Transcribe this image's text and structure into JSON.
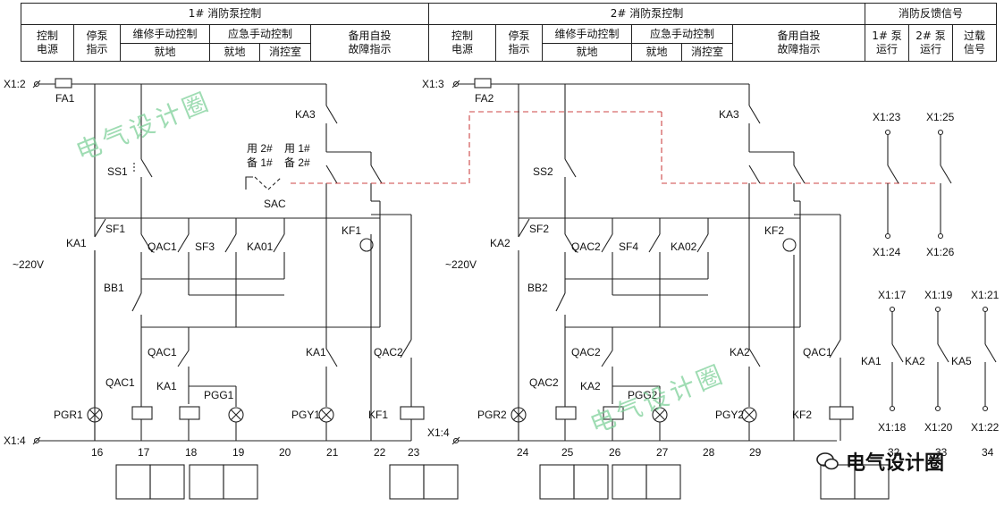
{
  "header": {
    "pump1_title": "1# 消防泵控制",
    "pump2_title": "2# 消防泵控制",
    "feedback_title": "消防反馈信号",
    "cols": {
      "ctrl_power": "控制\n电源",
      "stop_ind": "停泵\n指示",
      "repair_manual": "维修手动控制",
      "local": "就地",
      "emerg_manual": "应急手动控制",
      "local2": "就地",
      "fire_room": "消控室",
      "standby": "备用自投\n故障指示",
      "pump1_run": "1# 泵\n运行",
      "pump2_run": "2# 泵\n运行",
      "overload": "过载\n信号"
    }
  },
  "labels": {
    "x12": "X1:2",
    "x13": "X1:3",
    "x14a": "X1:4",
    "x14b": "X1:4",
    "fa1": "FA1",
    "fa2": "FA2",
    "ka3a": "KA3",
    "ka3b": "KA3",
    "ss1": "SS1",
    "ss2": "SS2",
    "ka1": "KA1",
    "ka2": "KA2",
    "sf1": "SF1",
    "sf2": "SF2",
    "sf3": "SF3",
    "sf4": "SF4",
    "qac1a": "QAC1",
    "qac2a": "QAC2",
    "ka01": "KA01",
    "ka02": "KA02",
    "kf1": "KF1",
    "kf2": "KF2",
    "bb1": "BB1",
    "bb2": "BB2",
    "v1": "~220V",
    "v2": "~220V",
    "sac": "SAC",
    "use2": "用 2#",
    "back1": "备 1#",
    "use1": "用 1#",
    "back2": "备 2#",
    "qac1b": "QAC1",
    "qac2b": "QAC2",
    "ka1b": "KA1",
    "ka2b": "KA2",
    "qac2c": "QAC2",
    "qac1c": "QAC1",
    "pgr1": "PGR1",
    "pgr2": "PGR2",
    "pgg1": "PGG1",
    "pgg2": "PGG2",
    "pgy1": "PGY1",
    "pgy2": "PGY2",
    "kf1b": "KF1",
    "kf2b": "KF2",
    "qac1d": "QAC1",
    "ka1c": "KA1",
    "qac2d": "QAC2",
    "ka2c": "KA2",
    "ka1r": "KA1",
    "ka2r": "KA2",
    "ka5r": "KA5",
    "x123": "X1:23",
    "x125": "X1:25",
    "x124": "X1:24",
    "x126": "X1:26",
    "x117": "X1:17",
    "x119": "X1:19",
    "x121": "X1:21",
    "x118": "X1:18",
    "x120": "X1:20",
    "x122": "X1:22"
  },
  "terminals_bottom": [
    "16",
    "17",
    "18",
    "19",
    "20",
    "21",
    "22",
    "23",
    "24",
    "25",
    "26",
    "27",
    "28",
    "29",
    "32",
    "33",
    "34"
  ],
  "watermark": "电气设计圈",
  "logo_text": "电气设计圈"
}
